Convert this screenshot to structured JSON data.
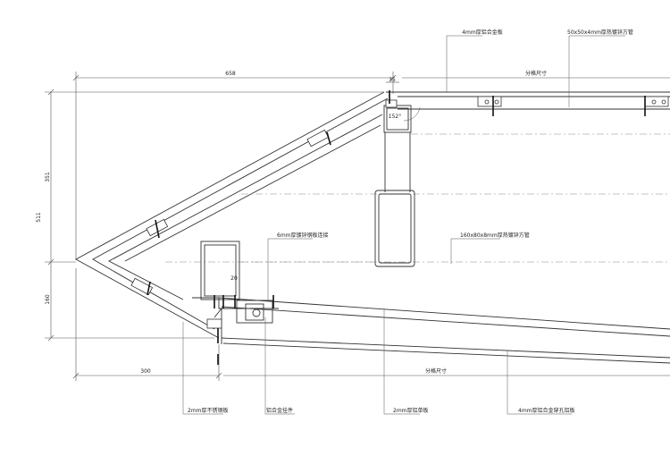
{
  "dimensions": {
    "top_width": "658",
    "top_small": "35",
    "total_height": "511",
    "upper_height": "351",
    "lower_height": "160",
    "bottom_width": "300",
    "angle": "152°",
    "detail_small": "20",
    "top_fen_ge": "分格尺寸",
    "bottom_fen_ge": "分格尺寸"
  },
  "labels": {
    "top_plate": "4mm厚铝合金板",
    "top_tube": "50x50x4mm厚热镀锌方管",
    "main_tube": "160x80x8mm厚热镀锌方管",
    "steel_tube": "6mm厚镀锌钢板连接",
    "bottom_left": "2mm厚不锈钢板",
    "bottom_center_left": "铝合金挂件",
    "bottom_center": "2mm厚铝单板",
    "bottom_right": "4mm厚铝合金穿孔铝板"
  }
}
